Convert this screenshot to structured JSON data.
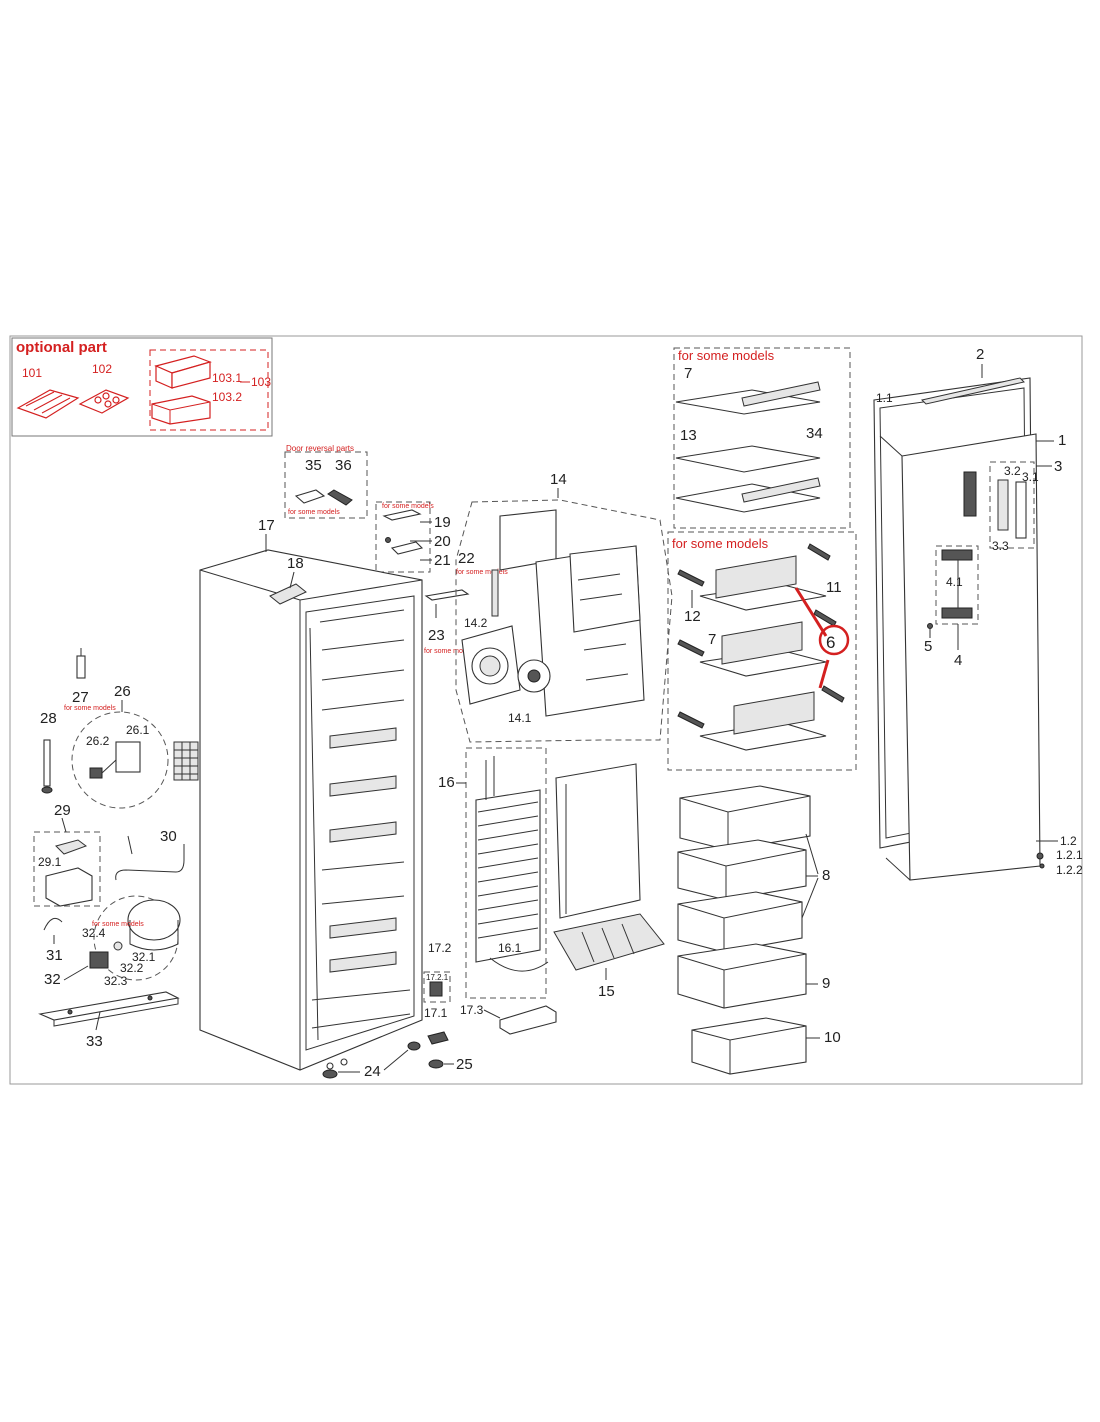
{
  "optional_group": {
    "header": "optional part",
    "labels": [
      "101",
      "102",
      "103.1",
      "103",
      "103.2"
    ]
  },
  "notes": {
    "door_reversal": "Door reversal parts",
    "for_some_models": "for some models",
    "for_some_models_box1": "for some models",
    "for_some_models_box2": "for some models"
  },
  "part_labels": {
    "p1": "1",
    "p1_1": "1.1",
    "p1_2": "1.2",
    "p1_2_1": "1.2.1",
    "p1_2_2": "1.2.2",
    "p2": "2",
    "p3": "3",
    "p3_1": "3.1",
    "p3_2": "3.2",
    "p3_3": "3.3",
    "p4": "4",
    "p4_1": "4.1",
    "p5": "5",
    "p6": "6",
    "p7a": "7",
    "p7b": "7",
    "p8": "8",
    "p9": "9",
    "p10": "10",
    "p11": "11",
    "p12": "12",
    "p13": "13",
    "p14": "14",
    "p14_1": "14.1",
    "p14_2": "14.2",
    "p15": "15",
    "p16": "16",
    "p16_1": "16.1",
    "p17": "17",
    "p17_1": "17.1",
    "p17_2": "17.2",
    "p17_2_1": "17.2.1",
    "p17_3": "17.3",
    "p18": "18",
    "p19": "19",
    "p20": "20",
    "p21": "21",
    "p22": "22",
    "p23": "23",
    "p24": "24",
    "p25": "25",
    "p26": "26",
    "p26_1": "26.1",
    "p26_2": "26.2",
    "p27": "27",
    "p28": "28",
    "p29": "29",
    "p29_1": "29.1",
    "p30": "30",
    "p31": "31",
    "p32": "32",
    "p32_1": "32.1",
    "p32_2": "32.2",
    "p32_3": "32.3",
    "p32_4": "32.4",
    "p33": "33",
    "p34": "34",
    "p35": "35",
    "p36": "36"
  },
  "colors": {
    "annotation_red": "#d42020",
    "line": "#333333",
    "background": "#ffffff"
  }
}
